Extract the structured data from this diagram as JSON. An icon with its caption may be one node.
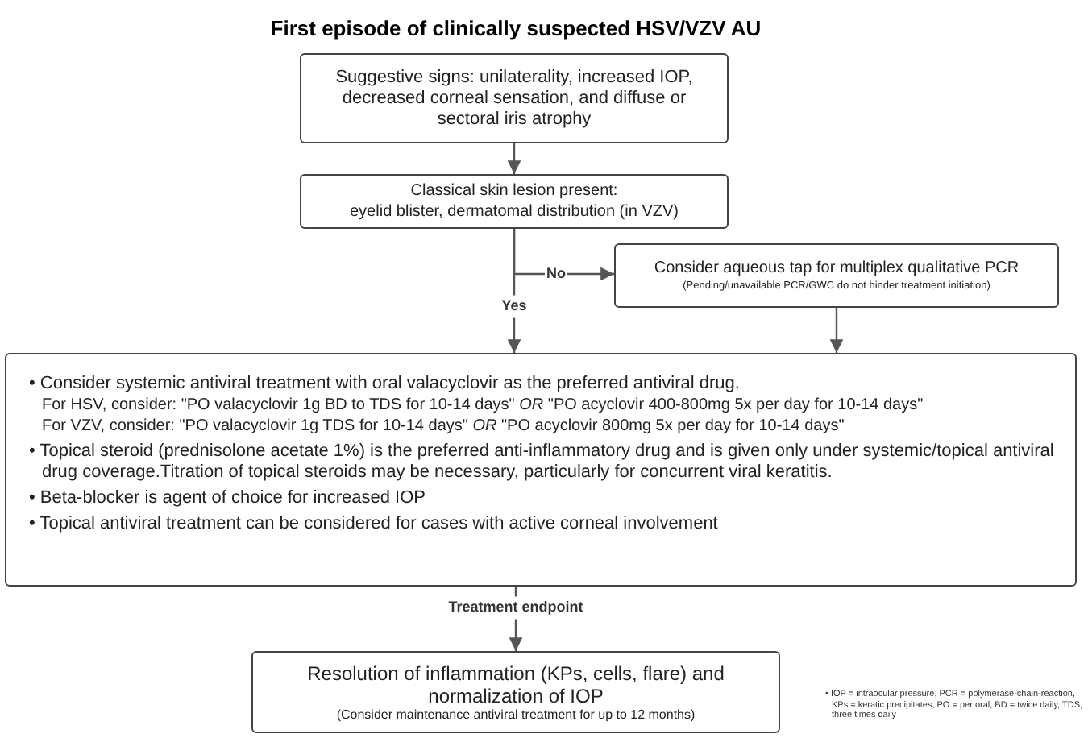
{
  "diagram": {
    "title": "First episode of clinically suspected HSV/VZV AU",
    "nodes": [
      {
        "text": [
          "Suggestive signs: unilaterality, increased IOP, decreased corneal sensation, and diffuse or sectoral iris atrophy"
        ]
      },
      {
        "text": [
          "Classical skin lesion present:",
          "eyelid blister, dermatomal distribution (in VZV)"
        ]
      },
      {
        "text": [
          "Consider aqueous tap for multiplex qualitative PCR",
          "(Pending/unavailable PCR/GWC do not hinder treatment initiation)"
        ]
      },
      {
        "text": [
          "• Consider systemic antiviral treatment with oral valacyclovir as the preferred antiviral drug.",
          "For HSV, consider: \"PO valacyclovir 1g BD to TDS for 10-14 days\" *OR* \"PO acyclovir 400-800mg 5x per day for 10-14 days\"",
          "For VZV, consider: \"PO valacyclovir 1g TDS for 10-14 days\" *OR* \"PO acyclovir 800mg 5x per day for 10-14 days\"",
          "• Topical steroid (prednisolone acetate 1%) is the preferred anti-inflammatory drug and is given only under systemic/topical antiviral drug coverage.Titration of topical steroids may be necessary, particularly for concurrent viral keratitis.",
          "• Beta-blocker is agent of choice for increased IOP",
          "• Topical antiviral treatment can be considered for cases with active corneal involvement"
        ]
      },
      {
        "text": [
          "Resolution of inflammation (KPs, cells, flare) and normalization of IOP",
          "(Consider maintenance antiviral treatment for up to 12 months)"
        ]
      }
    ],
    "edges": [
      {
        "from": 0,
        "to": 1,
        "arrow": "to"
      },
      {
        "from": 1,
        "to": 2,
        "arrow": "to",
        "label": "No"
      },
      {
        "from": 1,
        "to": 3,
        "arrow": "to",
        "label": "Yes"
      },
      {
        "from": 2,
        "to": 3,
        "arrow": "to"
      },
      {
        "from": 3,
        "to": 4,
        "arrow": "to",
        "label": "Treatment endpoint"
      }
    ],
    "labels": [
      "• IOP = intraocular pressure, PCR = polymerase-chain-reaction, KPs = keratic precipitates, PO = per oral, BD = twice daily, TDS, three times daily"
    ]
  }
}
